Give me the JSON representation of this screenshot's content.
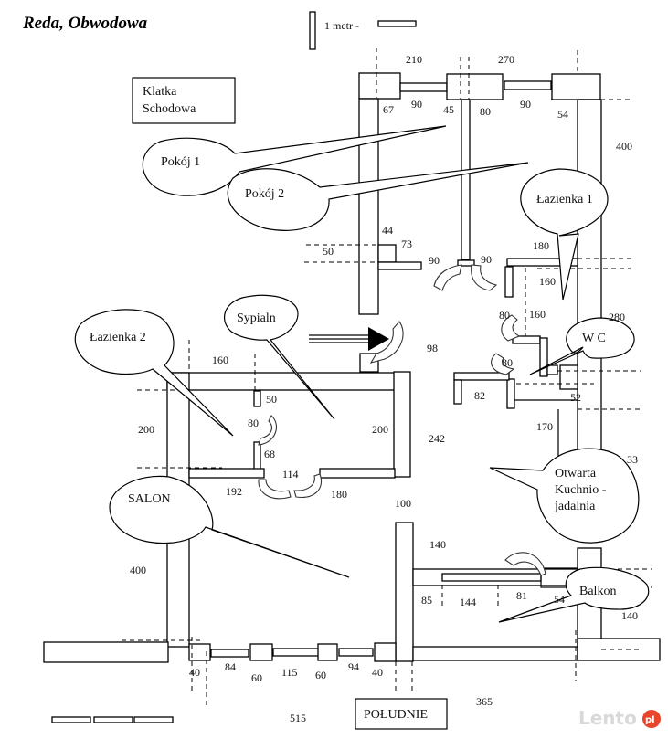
{
  "title": "Reda, Obwodowa",
  "scale_legend": "1 metr  -",
  "labels": {
    "stairwell_line1": "Klatka",
    "stairwell_line2": "Schodowa",
    "room1": "Pokój  1",
    "room2": "Pokój  2",
    "bathroom1": "Łazienka 1",
    "bathroom2": "Łazienka 2",
    "bedroom": "Sypialn",
    "wc": "W C",
    "salon": "SALON",
    "kitchen_line1": "Otwarta",
    "kitchen_line2": "Kuchnio -",
    "kitchen_line3": "jadalnia",
    "balcony": "Balkon",
    "south": "POŁUDNIE"
  },
  "dimensions": {
    "d210": "210",
    "d270": "270",
    "d67": "67",
    "d90a": "90",
    "d45": "45",
    "d80a": "80",
    "d90b": "90",
    "d54": "54",
    "d400a": "400",
    "d44": "44",
    "d73": "73",
    "d50a": "50",
    "d90c": "90",
    "d90d": "90",
    "d180a": "180",
    "d160a": "160",
    "d160b": "160",
    "d80b": "80",
    "d280": "280",
    "d98": "98",
    "d80c": "80",
    "d82": "82",
    "d52": "52",
    "d170": "170",
    "d160c": "160",
    "d50b": "50",
    "d80d": "80",
    "d200a": "200",
    "d200b": "200",
    "d68": "68",
    "d242": "242",
    "d33": "33",
    "d192": "192",
    "d114": "114",
    "d180b": "180",
    "d100": "100",
    "d140a": "140",
    "d400b": "400",
    "d85": "85",
    "d144": "144",
    "d81": "81",
    "d54b": "54",
    "d140b": "140",
    "d40a": "40",
    "d84": "84",
    "d60a": "60",
    "d115": "115",
    "d60b": "60",
    "d94": "94",
    "d40b": "40",
    "d365": "365",
    "d515": "515"
  },
  "watermark": "Lento",
  "watermark_badge": "pl",
  "colors": {
    "watermark_badge": "#e8452c"
  }
}
